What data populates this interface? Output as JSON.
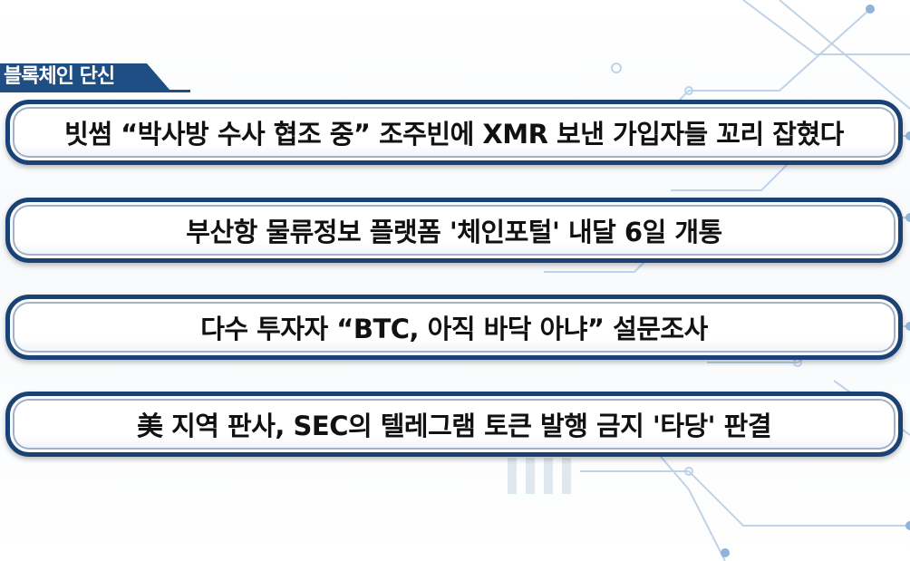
{
  "section": {
    "label": "블록체인 단신"
  },
  "headlines": [
    {
      "text": "빗썸 “박사방 수사 협조 중” 조주빈에 XMR 보낸 가입자들 꼬리 잡혔다"
    },
    {
      "text": "부산항 물류정보 플랫폼 '체인포털' 내달 6일 개통"
    },
    {
      "text": "다수 투자자 “BTC, 아직 바닥 아냐” 설문조사"
    },
    {
      "text": "美 지역 판사, SEC의 텔레그램 토큰 발행 금지 '타당' 판결"
    }
  ],
  "colors": {
    "accent": "#1f4e84",
    "frame": "#1a4274",
    "circuit": "#8fb3d9"
  }
}
